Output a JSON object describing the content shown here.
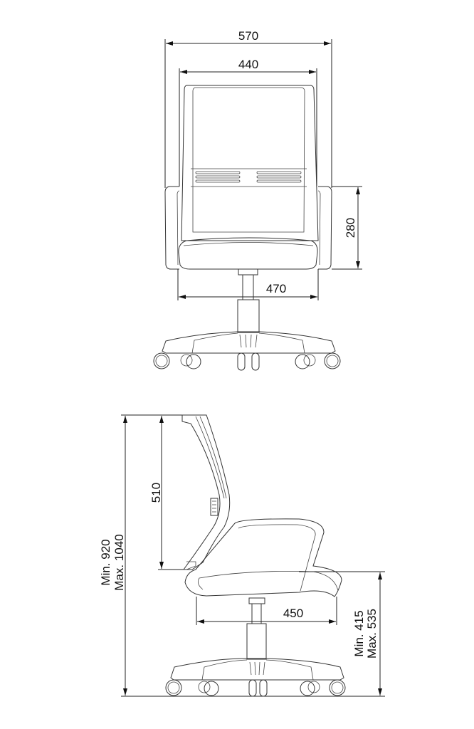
{
  "front_view": {
    "overall_width": "570",
    "backrest_width": "440",
    "armrest_height": "280",
    "seat_width": "470"
  },
  "side_view": {
    "total_height_min": "Min. 920",
    "total_height_max": "Max. 1040",
    "backrest_height": "510",
    "seat_depth": "450",
    "seat_height_min": "Min. 415",
    "seat_height_max": "Max. 535"
  }
}
